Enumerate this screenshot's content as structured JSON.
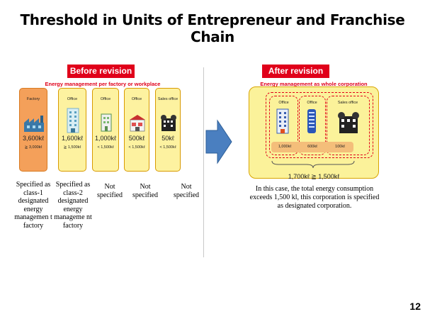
{
  "title": "Threshold in Units of Entrepreneur and Franchise Chain",
  "before": {
    "header": "Before revision",
    "caption": "Energy management per factory or workplace",
    "cards": [
      {
        "title": "Factory",
        "value": "3,600kℓ",
        "threshold": "≧ 3,000kℓ",
        "description": "Specified as class-1 designated energy managemen t factory"
      },
      {
        "title": "Office",
        "value": "1,600kℓ",
        "threshold": "≧ 1,500kℓ",
        "description": "Specified as class-2 designated energy manageme nt factory"
      },
      {
        "title": "Office",
        "value": "1,000kℓ",
        "threshold": "< 1,500kℓ",
        "description": "Not specified"
      },
      {
        "title": "Office",
        "value": "500kℓ",
        "threshold": "< 1,500kℓ",
        "description": "Not specified"
      },
      {
        "title": "Sales office",
        "value": "50kℓ",
        "threshold": "< 1,500kℓ",
        "description": "Not specified"
      }
    ]
  },
  "after": {
    "header": "After revision",
    "caption": "Energy management as whole corporation",
    "units": [
      {
        "title": "Office",
        "value": "1,000kℓ"
      },
      {
        "title": "Office",
        "value": "600kℓ"
      },
      {
        "title": "Sales office",
        "value": "100kℓ"
      }
    ],
    "total": "1,700kℓ ≧ 1,500kℓ",
    "description": "In this case, the total energy consumption exceeds 1,500 kl, this corporation is specified as designated corporation."
  },
  "colors": {
    "red": "#e0001a",
    "card_yellow": "#fdf2a0",
    "factory_orange": "#f4a05a",
    "arrow_blue": "#4a7fc0"
  },
  "page_number": "12"
}
